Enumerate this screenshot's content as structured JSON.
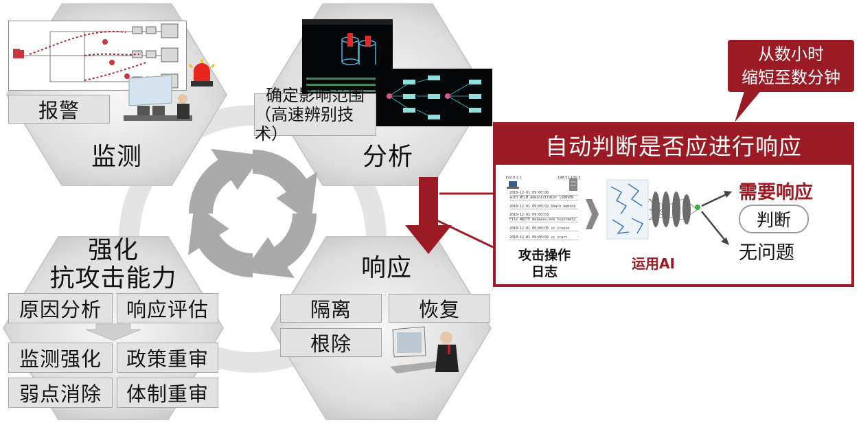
{
  "hexagons": {
    "monitor": {
      "title": "监测",
      "alert_label": "报警"
    },
    "analyze": {
      "title": "分析",
      "scope_label_line1": "确定影响范围",
      "scope_label_line2": "（高速辨别技术）"
    },
    "respond": {
      "title": "响应",
      "actions": [
        "隔离",
        "恢复",
        "根除"
      ]
    },
    "strengthen": {
      "title_line1": "强化",
      "title_line2": "抗攻击能力",
      "row1": [
        "原因分析",
        "响应评估"
      ],
      "row2": [
        "监测强化",
        "政策重审"
      ],
      "row3": [
        "弱点消除",
        "体制重审"
      ]
    }
  },
  "callout": {
    "line1": "从数小时",
    "line2": "缩短至数分钟"
  },
  "panel": {
    "title": "自动判断是否应进行响应",
    "log_caption_line1": "攻击操作",
    "log_caption_line2": "日志",
    "ai_caption": "运用AI",
    "result_needed": "需要响应",
    "judge_label": "判断",
    "result_ok": "无问题",
    "log_host_left": "192.0.2.1",
    "log_host_right": "198.51.100.3",
    "log_lines": [
      "2018-12-01 09:00:00",
      "auth NTLM Administrator \\SERVER",
      "2018-12-01 09:00:02 Share admin$",
      "2018-12-01 09:00:03",
      "File WRITE malware.exe %system32",
      "2018-12-01 09:00:05 sc create",
      "2018-12-01 09:00:06 sc start"
    ]
  },
  "colors": {
    "brand_red": "#9b1b24",
    "hex_gray": "#dcdcdc",
    "arrow_gray": "#a9aaa9",
    "ring_gray": "#e4e4e4"
  }
}
